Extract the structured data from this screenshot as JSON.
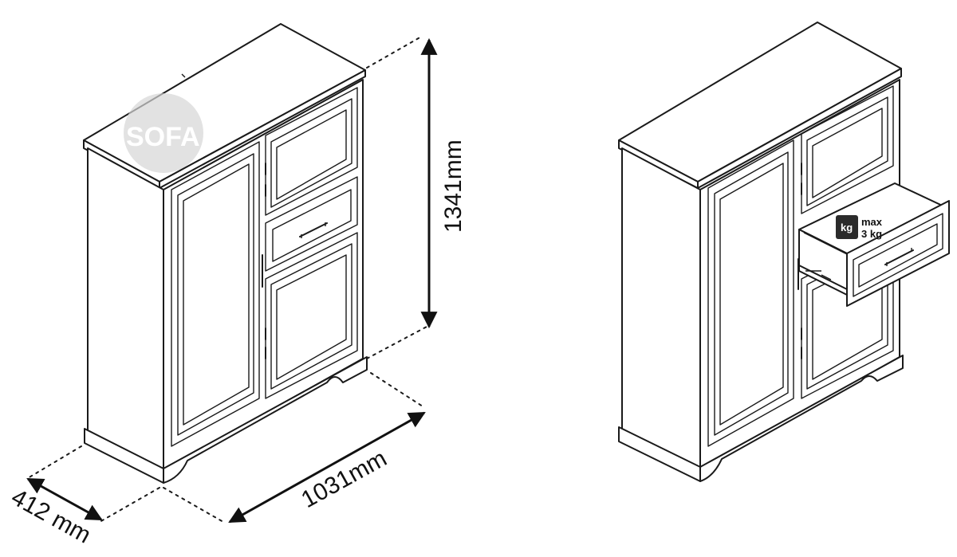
{
  "dimensions": {
    "height": "1341mm",
    "width": "1031mm",
    "depth": "412 mm"
  },
  "load": {
    "unit_icon": "kg",
    "max_line": "max",
    "value_line": "3 kg"
  },
  "logo": {
    "text": "SOFA"
  },
  "colors": {
    "line": "#1a1a1a",
    "logo": "#c9c9c9"
  },
  "icons": [
    "weight-icon",
    "arrow-icon"
  ]
}
